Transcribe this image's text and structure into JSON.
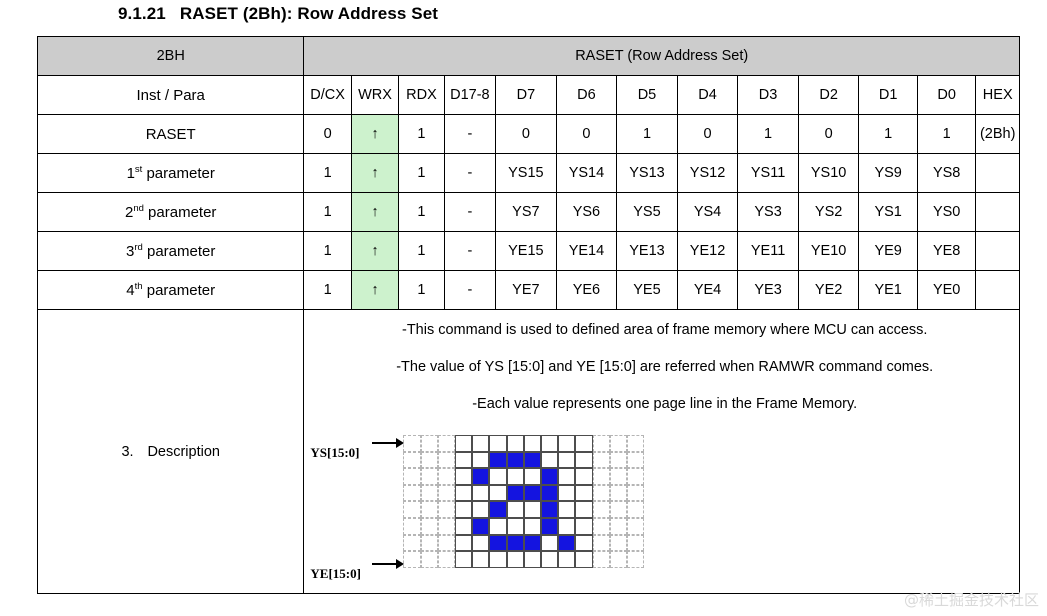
{
  "heading": {
    "number": "9.1.21",
    "title": "RASET (2Bh): Row Address Set"
  },
  "table": {
    "title_left": "2BH",
    "title_right": "RASET (Row Address Set)",
    "columns": [
      "Inst / Para",
      "D/CX",
      "WRX",
      "RDX",
      "D17-8",
      "D7",
      "D6",
      "D5",
      "D4",
      "D3",
      "D2",
      "D1",
      "D0",
      "HEX"
    ],
    "rows": [
      {
        "label": "RASET",
        "label_sup": "",
        "cells": [
          "0",
          "↑",
          "1",
          "-",
          "0",
          "0",
          "1",
          "0",
          "1",
          "0",
          "1",
          "1",
          "(2Bh)"
        ]
      },
      {
        "label": "1",
        "label_sup": "st",
        "label_rest": " parameter",
        "cells": [
          "1",
          "↑",
          "1",
          "-",
          "YS15",
          "YS14",
          "YS13",
          "YS12",
          "YS11",
          "YS10",
          "YS9",
          "YS8",
          ""
        ]
      },
      {
        "label": "2",
        "label_sup": "nd",
        "label_rest": " parameter",
        "cells": [
          "1",
          "↑",
          "1",
          "-",
          "YS7",
          "YS6",
          "YS5",
          "YS4",
          "YS3",
          "YS2",
          "YS1",
          "YS0",
          ""
        ]
      },
      {
        "label": "3",
        "label_sup": "rd",
        "label_rest": " parameter",
        "cells": [
          "1",
          "↑",
          "1",
          "-",
          "YE15",
          "YE14",
          "YE13",
          "YE12",
          "YE11",
          "YE10",
          "YE9",
          "YE8",
          ""
        ]
      },
      {
        "label": "4",
        "label_sup": "th",
        "label_rest": " parameter",
        "cells": [
          "1",
          "↑",
          "1",
          "-",
          "YE7",
          "YE6",
          "YE5",
          "YE4",
          "YE3",
          "YE2",
          "YE1",
          "YE0",
          ""
        ]
      }
    ],
    "description": {
      "number": "3.",
      "label": "Description",
      "lines": [
        "-This command is used to defined area of frame memory where MCU can access.",
        "-The value of YS [15:0] and YE [15:0] are referred when RAMWR command comes.",
        "-Each value represents one page line in the Frame Memory."
      ]
    }
  },
  "diagram": {
    "ys_label": "YS[15:0]",
    "ye_label": "YE[15:0]",
    "grid": {
      "cols": 14,
      "rows": 8,
      "solid_col_start": 3,
      "solid_col_end": 10,
      "on_color": "#1414e0",
      "on_cells": [
        [
          1,
          2
        ],
        [
          1,
          3
        ],
        [
          1,
          4
        ],
        [
          2,
          1
        ],
        [
          2,
          5
        ],
        [
          3,
          3
        ],
        [
          3,
          4
        ],
        [
          3,
          5
        ],
        [
          4,
          2
        ],
        [
          4,
          5
        ],
        [
          5,
          1
        ],
        [
          5,
          5
        ],
        [
          6,
          2
        ],
        [
          6,
          3
        ],
        [
          6,
          4
        ],
        [
          6,
          6
        ]
      ]
    }
  },
  "watermark": "@稀土掘金技术社区",
  "colors": {
    "header_gray": "#cccccc",
    "wrx_green": "#cdf2cd",
    "pixel_blue": "#1414e0",
    "watermark_gray": "#d9d9d9"
  }
}
